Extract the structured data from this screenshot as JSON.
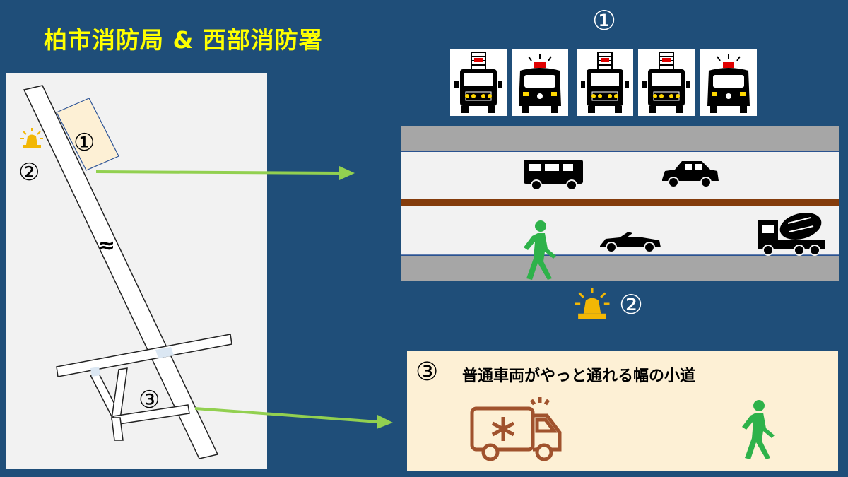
{
  "title": "柏市消防局 & 西部消防署",
  "map": {
    "label_1": "①",
    "label_2": "②",
    "label_3": "③",
    "break_symbol": "≈",
    "lamp_icon": "warning-lamp-icon"
  },
  "road_section": {
    "label_1": "①",
    "label_2": "②",
    "vehicles_top": [
      {
        "icon": "ladder-fire-truck-icon"
      },
      {
        "icon": "ambulance-front-icon"
      },
      {
        "icon": "ladder-fire-truck-icon"
      },
      {
        "icon": "ladder-fire-truck-icon"
      },
      {
        "icon": "ambulance-front-icon"
      }
    ],
    "lane_upper_icons": [
      "camper-van-icon",
      "car-icon"
    ],
    "lane_lower_icons": [
      "pedestrian-icon",
      "convertible-car-icon",
      "cement-mixer-truck-icon"
    ]
  },
  "narrow_lane": {
    "number": "③",
    "caption": "普通車両がやっと通れる幅の小道",
    "icons": [
      "ambulance-side-icon",
      "pedestrian-icon"
    ]
  },
  "colors": {
    "background": "#1f4e79",
    "title": "#ffff00",
    "arrow": "#92d050",
    "divider": "#843c0c",
    "lamp": "#f2b705",
    "pedestrian": "#2eb24a",
    "ambulance_outline": "#a0522d"
  }
}
